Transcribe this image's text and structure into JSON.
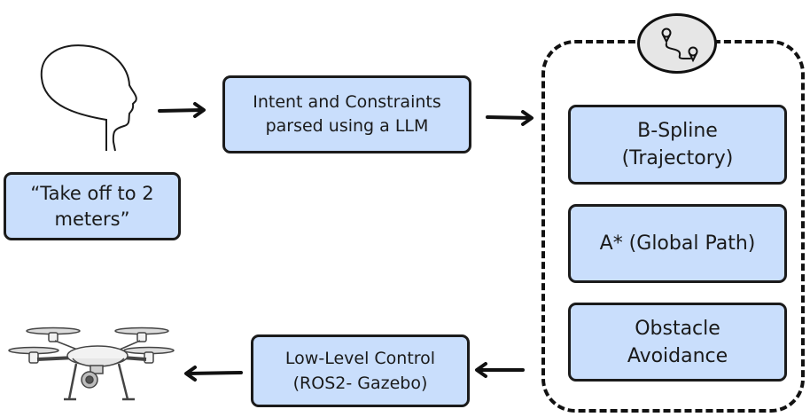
{
  "diagram": {
    "command_box": {
      "line1": "“Take off to 2",
      "line2": "meters”"
    },
    "llm_box": {
      "line1": "Intent and Constraints",
      "line2": "parsed using a LLM"
    },
    "planner": {
      "icon": "route-icon",
      "bspline_box": {
        "line1": "B-Spline",
        "line2": "(Trajectory)"
      },
      "astar_box": {
        "line1": "A* (Global Path)"
      },
      "obstacle_box": {
        "line1": "Obstacle",
        "line2": "Avoidance"
      }
    },
    "control_box": {
      "line1": "Low-Level Control",
      "line2": "(ROS2- Gazebo)"
    },
    "icons": [
      "human-head-icon",
      "drone-icon",
      "route-icon"
    ],
    "colors": {
      "box_fill": "#c9defc",
      "border": "#1b1b1b",
      "badge_fill": "#e6e6e6"
    }
  }
}
